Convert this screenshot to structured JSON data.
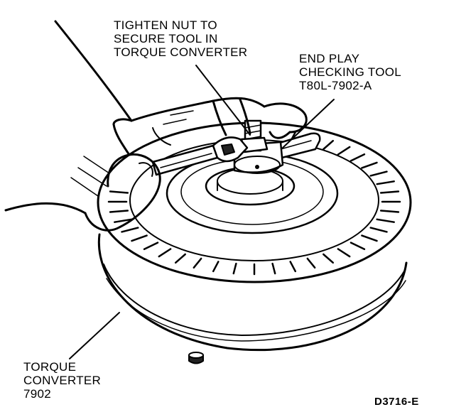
{
  "labels": {
    "tighten_nut": [
      "TIGHTEN NUT TO",
      "SECURE TOOL IN",
      "TORQUE CONVERTER"
    ],
    "end_play_tool": [
      "END PLAY",
      "CHECKING TOOL",
      "T80L-7902-A"
    ],
    "torque_converter": [
      "TORQUE",
      "CONVERTER",
      "7902"
    ]
  },
  "figure_id": "D3716-E",
  "colors": {
    "ink": "#000000",
    "paper": "#ffffff"
  },
  "icons": [
    "hand-illustration",
    "wrench-illustration",
    "end-play-tool-illustration",
    "torque-converter-illustration"
  ]
}
